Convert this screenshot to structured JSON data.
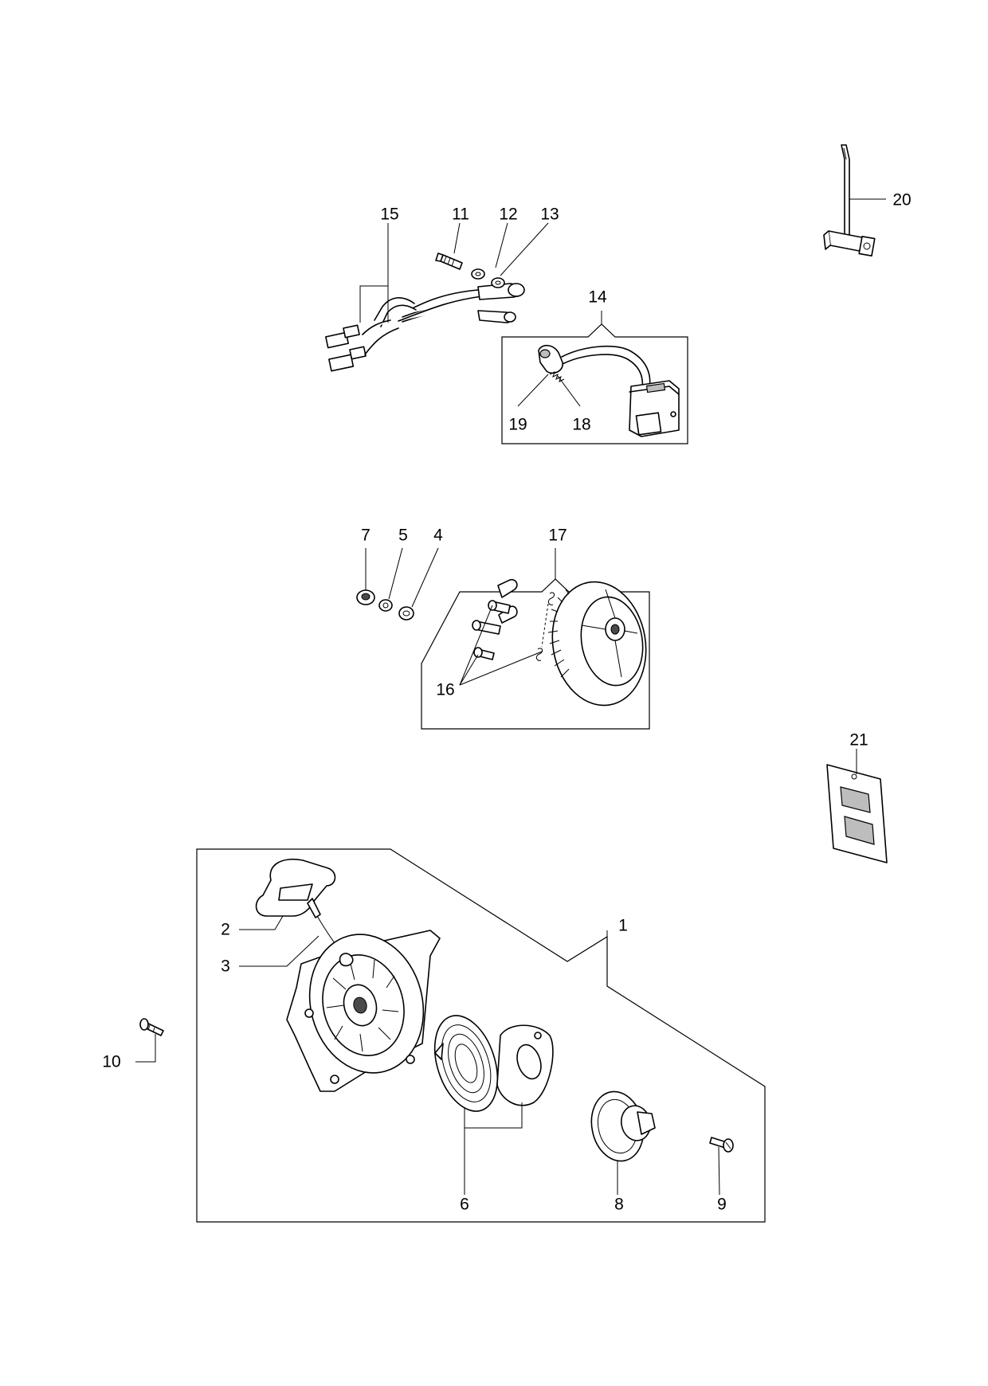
{
  "colors": {
    "line": "#000000",
    "background": "#ffffff",
    "shade": "#bdbdbd"
  },
  "callouts": {
    "c1": "1",
    "c2": "2",
    "c3": "3",
    "c4": "4",
    "c5": "5",
    "c6": "6",
    "c7": "7",
    "c8": "8",
    "c9": "9",
    "c10": "10",
    "c11": "11",
    "c12": "12",
    "c13": "13",
    "c14": "14",
    "c15": "15",
    "c16": "16",
    "c17": "17",
    "c18": "18",
    "c19": "19",
    "c20": "20",
    "c21": "21"
  }
}
